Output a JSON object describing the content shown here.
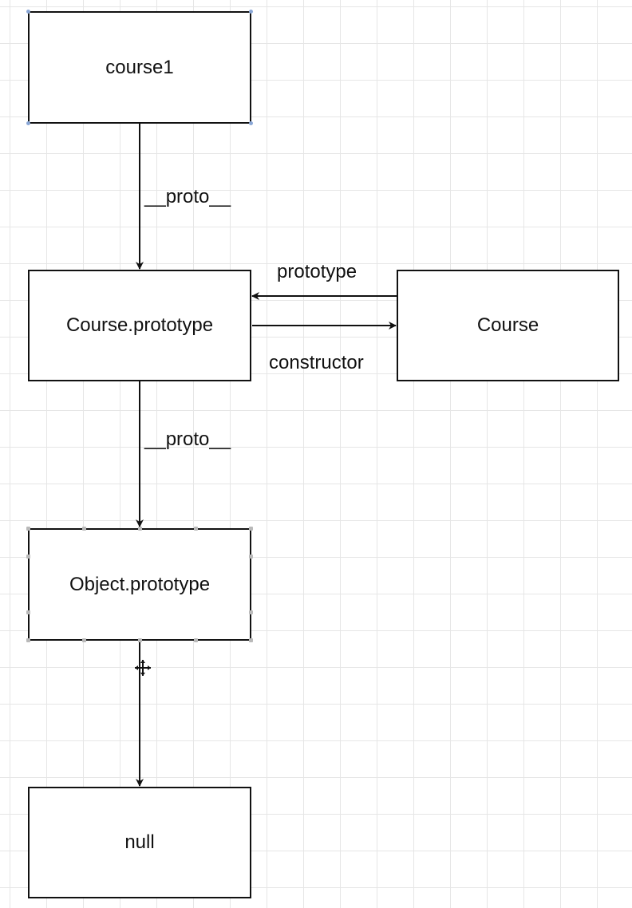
{
  "diagram": {
    "nodes": {
      "course1": "course1",
      "course_prototype": "Course.prototype",
      "course": "Course",
      "object_prototype": "Object.prototype",
      "null": "null"
    },
    "edges": {
      "course1_to_course_prototype": "__proto__",
      "course_to_course_prototype": "prototype",
      "course_prototype_to_course": "constructor",
      "course_prototype_to_object_prototype": "__proto__"
    }
  },
  "cursor_icon": "move-cursor-icon"
}
